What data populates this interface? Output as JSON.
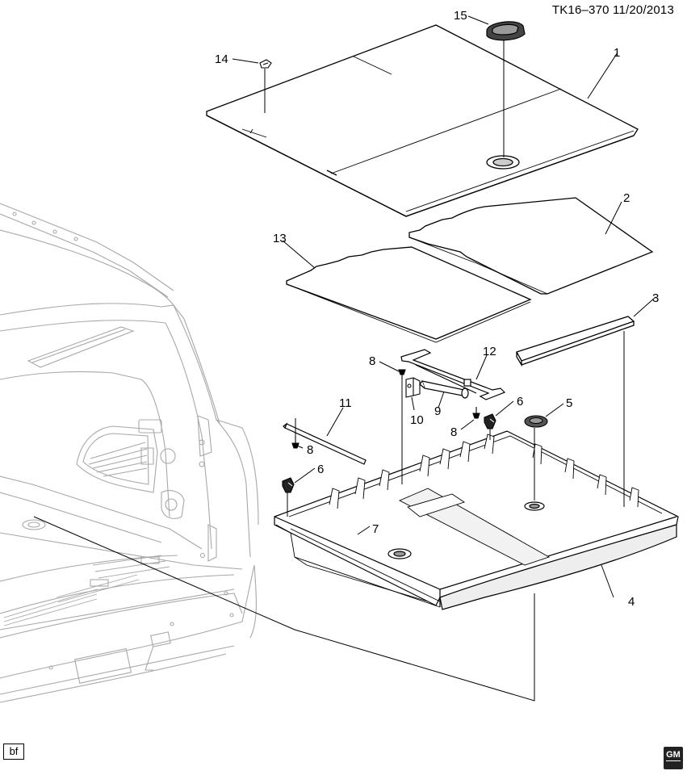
{
  "diagram": {
    "reference": "TK16–370  11/20/2013",
    "badge_text": "bf",
    "logo_text": "GM",
    "callouts": {
      "c1": "1",
      "c2": "2",
      "c3": "3",
      "c4": "4",
      "c5": "5",
      "c6a": "6",
      "c6b": "6",
      "c7": "7",
      "c8a": "8",
      "c8b": "8",
      "c8c": "8",
      "c9": "9",
      "c10": "10",
      "c11": "11",
      "c12": "12",
      "c13": "13",
      "c14": "14",
      "c15": "15"
    }
  }
}
